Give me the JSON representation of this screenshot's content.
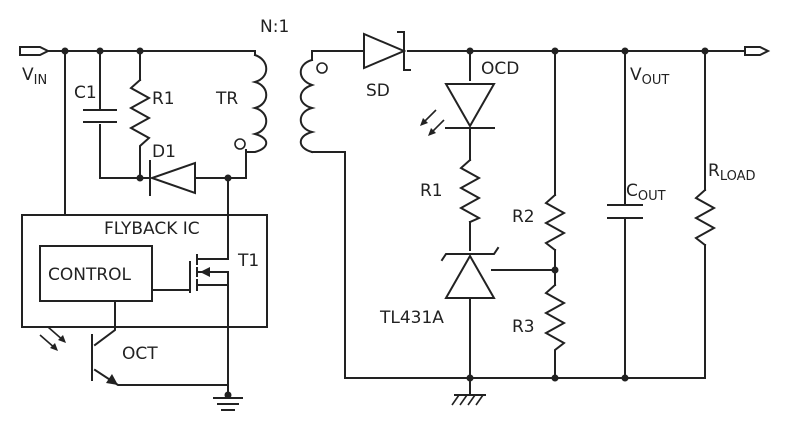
{
  "labels": {
    "vin": "V",
    "vin_sub": "IN",
    "c1": "C1",
    "r1_in": "R1",
    "d1": "D1",
    "tr": "TR",
    "ratio": "N:1",
    "ic": "FLYBACK IC",
    "control": "CONTROL",
    "t1": "T1",
    "oct": "OCT",
    "sd": "SD",
    "ocd": "OCD",
    "r1_out": "R1",
    "r2": "R2",
    "r3": "R3",
    "tl431": "TL431A",
    "vout": "V",
    "vout_sub": "OUT",
    "cout": "C",
    "cout_sub": "OUT",
    "rload": "R",
    "rload_sub": "LOAD"
  }
}
